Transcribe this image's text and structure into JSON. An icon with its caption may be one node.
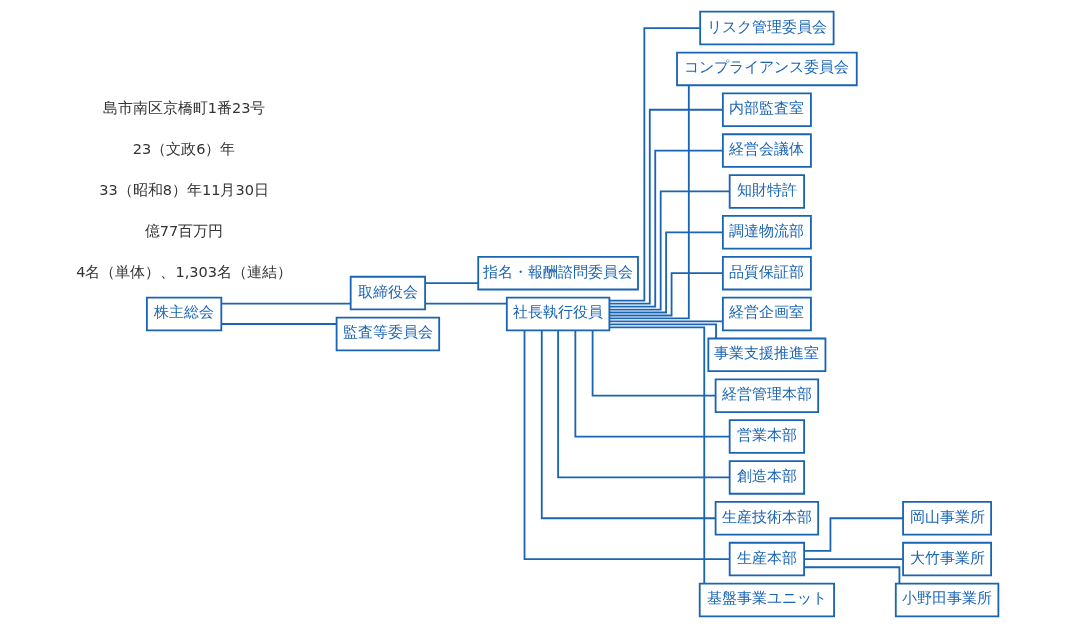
{
  "diagram": {
    "nodes": [
      {
        "text": [
          "株主総会"
        ]
      },
      {
        "text": [
          "取締役会"
        ]
      },
      {
        "text": [
          "監査等委員会"
        ]
      },
      {
        "text": [
          "指名・報酬諮問委員会"
        ]
      },
      {
        "text": [
          "社長執行役員"
        ]
      },
      {
        "text": [
          "リスク管理委員会"
        ]
      },
      {
        "text": [
          "コンプライアンス委員会"
        ]
      },
      {
        "text": [
          "内部監査室"
        ]
      },
      {
        "text": [
          "経営会議体"
        ]
      },
      {
        "text": [
          "知財特許"
        ]
      },
      {
        "text": [
          "調達物流部"
        ]
      },
      {
        "text": [
          "品質保証部"
        ]
      },
      {
        "text": [
          "経営企画室"
        ]
      },
      {
        "text": [
          "事業支援推進室"
        ]
      },
      {
        "text": [
          "経営管理本部"
        ]
      },
      {
        "text": [
          "営業本部"
        ]
      },
      {
        "text": [
          "創造本部"
        ]
      },
      {
        "text": [
          "生産技術本部"
        ]
      },
      {
        "text": [
          "生産本部"
        ]
      },
      {
        "text": [
          "岡山事業所"
        ]
      },
      {
        "text": [
          "大竹事業所"
        ]
      },
      {
        "text": [
          "小野田事業所"
        ]
      },
      {
        "text": [
          "基盤事業ユニット"
        ]
      }
    ],
    "edges": [
      {
        "from": 0,
        "to": 1,
        "arrow": "none"
      },
      {
        "from": 0,
        "to": 2,
        "arrow": "none"
      },
      {
        "from": 1,
        "to": 3,
        "arrow": "none"
      },
      {
        "from": 1,
        "to": 4,
        "arrow": "none"
      },
      {
        "from": 4,
        "to": 5,
        "arrow": "none"
      },
      {
        "from": 4,
        "to": 6,
        "arrow": "none"
      },
      {
        "from": 4,
        "to": 7,
        "arrow": "none"
      },
      {
        "from": 4,
        "to": 8,
        "arrow": "none"
      },
      {
        "from": 4,
        "to": 9,
        "arrow": "none"
      },
      {
        "from": 4,
        "to": 10,
        "arrow": "none"
      },
      {
        "from": 4,
        "to": 11,
        "arrow": "none"
      },
      {
        "from": 4,
        "to": 12,
        "arrow": "none"
      },
      {
        "from": 4,
        "to": 13,
        "arrow": "none"
      },
      {
        "from": 4,
        "to": 14,
        "arrow": "none"
      },
      {
        "from": 4,
        "to": 15,
        "arrow": "none"
      },
      {
        "from": 4,
        "to": 16,
        "arrow": "none"
      },
      {
        "from": 4,
        "to": 17,
        "arrow": "none"
      },
      {
        "from": 4,
        "to": 18,
        "arrow": "none"
      },
      {
        "from": 4,
        "to": 22,
        "arrow": "none"
      },
      {
        "from": 18,
        "to": 19,
        "arrow": "none"
      },
      {
        "from": 18,
        "to": 20,
        "arrow": "none"
      },
      {
        "from": 18,
        "to": 21,
        "arrow": "none"
      }
    ],
    "labels": [
      "島市南区京橋町1番23号",
      "23（文政6）年",
      "33（昭和8）年11月30日",
      "億77百万円",
      "4名（単体）、1,303名（連結）"
    ]
  }
}
